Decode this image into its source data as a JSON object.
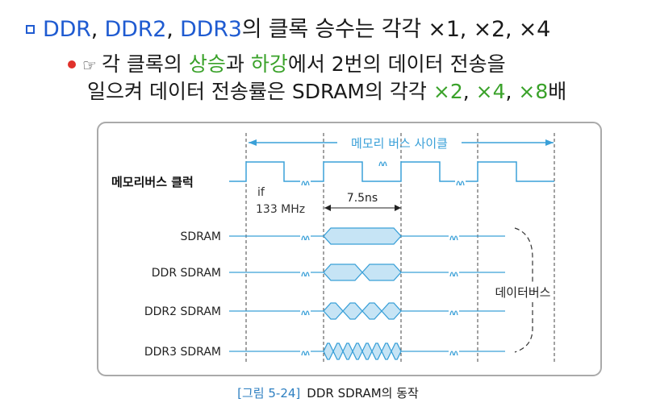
{
  "heading": {
    "ddr": "DDR",
    "comma1": ", ",
    "ddr2": "DDR2",
    "comma2": ", ",
    "ddr3": "DDR3",
    "rest": "의 클록 승수는 각각 ×1, ×2, ×4"
  },
  "sub": {
    "hand": "☞",
    "part1": "각 클록의 ",
    "rising": "상승",
    "part2": "과 ",
    "falling": "하강",
    "part3": "에서 2번의 데이터 전송을",
    "line2_part1": "일으켜 데이터 전송률은 SDRAM의 각각 ",
    "x2": "×2",
    "sep1": ", ",
    "x4": "×4",
    "sep2": ", ",
    "x8": "×8",
    "tail": "배"
  },
  "diagram": {
    "cycle_label": "메모리 버스 사이클",
    "clock_label": "메모리버스 클럭",
    "if_label": "if",
    "freq_label": "133 MHz",
    "period_label": "7.5ns",
    "rows": [
      {
        "label": "SDRAM",
        "beats": 1
      },
      {
        "label": "DDR SDRAM",
        "beats": 2
      },
      {
        "label": "DDR2 SDRAM",
        "beats": 4
      },
      {
        "label": "DDR3 SDRAM",
        "beats": 8
      }
    ],
    "bus_label": "데이터버스",
    "colors": {
      "line": "#3aa0d8",
      "fill": "#c6e4f5",
      "frame": "#aaaaaa",
      "dash": "#444444"
    }
  },
  "caption": {
    "number": "[그림 5-24]",
    "text": "DDR SDRAM의 동작"
  }
}
